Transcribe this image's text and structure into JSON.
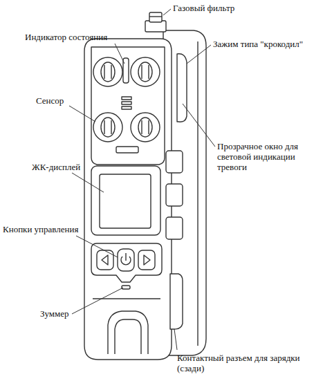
{
  "diagram": {
    "labels": [
      "Газовый фильтр",
      "Индикатор состояния",
      "Зажим типа \"крокодил\"",
      "Сенсор",
      "Прозрачное окно для световой индикации тревоги",
      "ЖК-дисплей",
      "Кнопки управления",
      "Зуммер",
      "Контактный разъем для зарядки (сзади)"
    ]
  }
}
